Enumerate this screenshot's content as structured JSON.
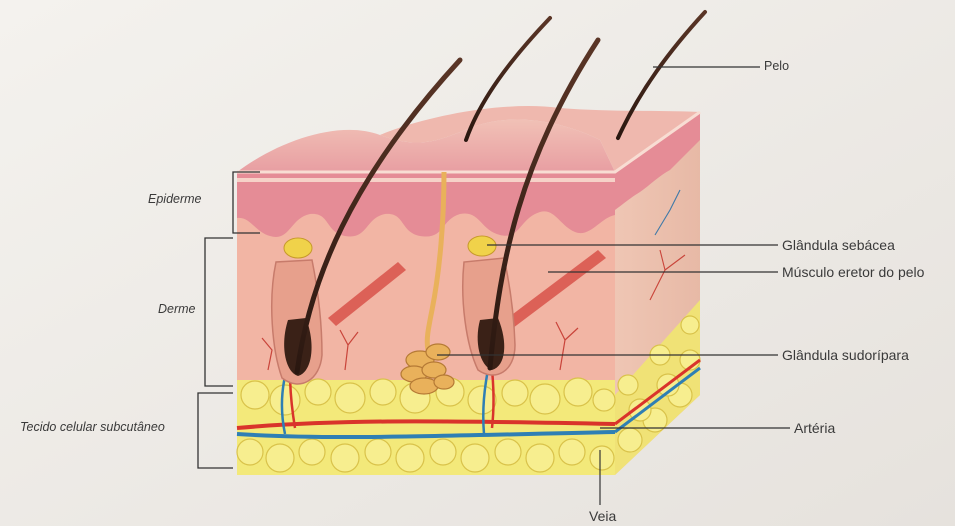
{
  "labels_right": {
    "pelo": "Pelo",
    "glandula_sebacea": "Glândula sebácea",
    "musculo_eretor": "Músculo eretor do pelo",
    "glandula_sudoripara": "Glândula sudorípara",
    "arteria": "Artéria",
    "veia": "Veia"
  },
  "labels_left": {
    "epiderme": "Epiderme",
    "derme": "Derme",
    "tecido_subcutaneo": "Tecido celular subcutâneo"
  },
  "colors": {
    "background": "#efece8",
    "epidermis": "#e79aa0",
    "dermis": "#f2b5a4",
    "fat": "#f3e97a",
    "hair": "#3a2117",
    "artery": "#d9342b",
    "vein": "#2f7fb4",
    "sweat_gland": "#e9b15b",
    "sebaceous_gland": "#f0d24a",
    "muscle": "#d8524a"
  }
}
